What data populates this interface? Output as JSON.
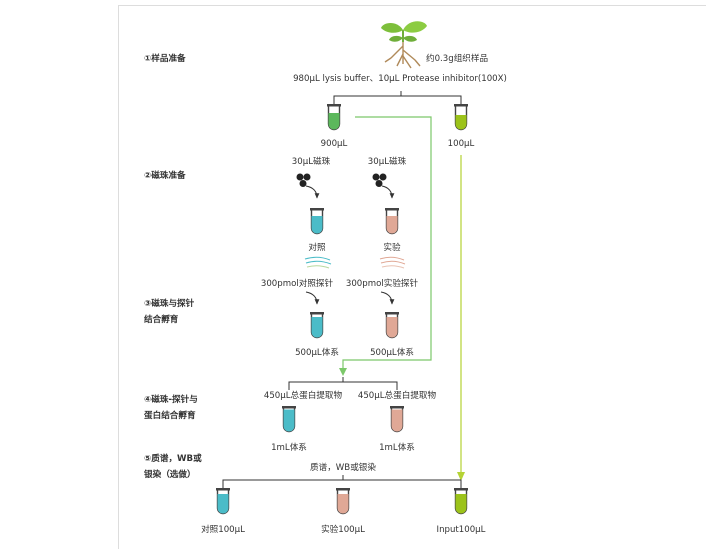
{
  "steps": {
    "s1": "①样品准备",
    "s2": "②磁珠准备",
    "s3a": "③磁珠与探针",
    "s3b": "结合孵育",
    "s4a": "④磁珠-探针与",
    "s4b": "蛋白结合孵育",
    "s5a": "⑤质谱，WB或",
    "s5b": "银染（选做）"
  },
  "labels": {
    "tissue": "约0.3g组织样品",
    "buffer": "980μL lysis buffer、10μL Protease inhibitor(100X)",
    "v900": "900μL",
    "v100": "100μL",
    "beads": "30μL磁珠",
    "control": "对照",
    "experiment": "实验",
    "probe_control": "300pmol对照探针",
    "probe_experiment": "300pmol实验探针",
    "sys500": "500μL体系",
    "protein": "450μL总蛋白提取物",
    "sys1ml": "1mL体系",
    "analysis": "质谱，WB或银染",
    "out_control": "对照100μL",
    "out_experiment": "实验100μL",
    "out_input": "Input100μL"
  },
  "colors": {
    "green_tube": "#5cb85c",
    "yellow_green_tube": "#9cc31a",
    "cyan_tube": "#4bbcc8",
    "pink_tube": "#e0a896",
    "green_line": "#7cc86a",
    "yellow_line": "#b5d334",
    "bracket": "#333333",
    "bead": "#222222",
    "border": "#dddddd"
  },
  "icons": {
    "plant": "plant-sprout-icon",
    "beads": "magnetic-beads-icon",
    "probe": "probe-strand-icon"
  }
}
